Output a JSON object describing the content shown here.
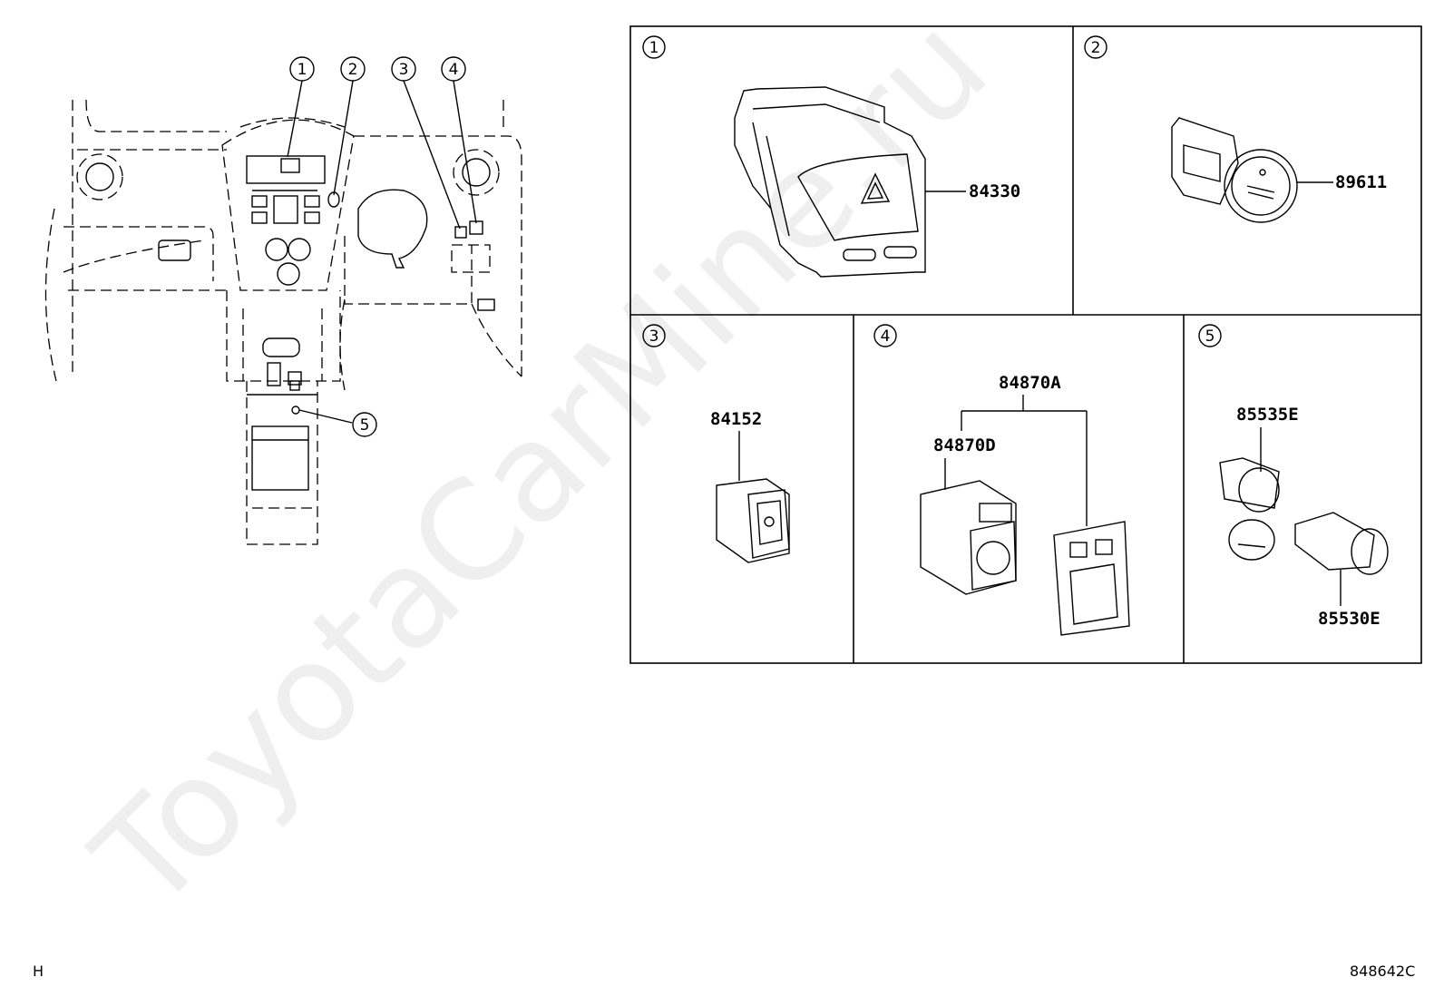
{
  "watermark": "ToyotaCarMine.ru",
  "overview_callouts": [
    "1",
    "2",
    "3",
    "4",
    "5"
  ],
  "panels": [
    {
      "number": "1",
      "parts": [
        "84330"
      ]
    },
    {
      "number": "2",
      "parts": [
        "89611"
      ]
    },
    {
      "number": "3",
      "parts": [
        "84152"
      ]
    },
    {
      "number": "4",
      "parts": [
        "84870A",
        "84870D"
      ]
    },
    {
      "number": "5",
      "parts": [
        "85535E",
        "85530E"
      ]
    }
  ],
  "footer": {
    "left_code": "H",
    "right_code": "848642C"
  }
}
